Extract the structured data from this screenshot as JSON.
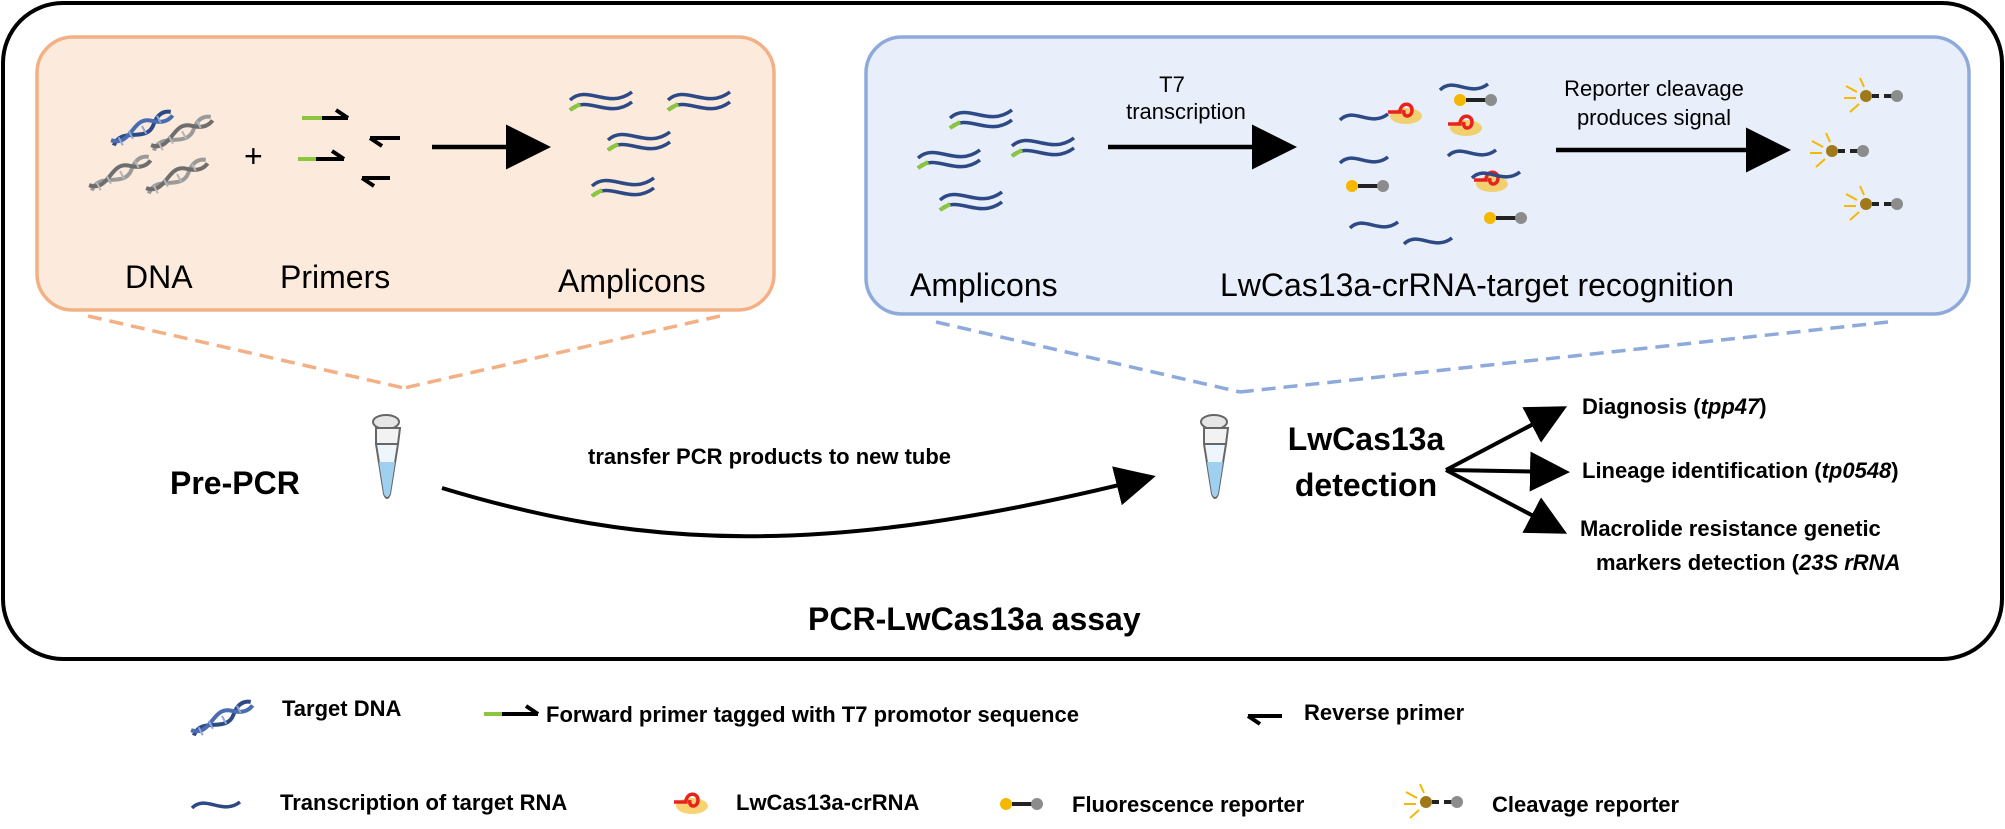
{
  "pcr_panel": {
    "labels": {
      "dna": "DNA",
      "primers": "Primers",
      "amplicons": "Amplicons"
    },
    "plus": "+"
  },
  "detection_panel": {
    "amplicons": "Amplicons",
    "t7_line1": "T7",
    "t7_line2": "transcription",
    "reporter_line1": "Reporter cleavage",
    "reporter_line2": "produces signal",
    "recognition": "LwCas13a-crRNA-target recognition"
  },
  "workflow": {
    "pre_pcr": "Pre-PCR",
    "transfer": "transfer PCR products  to new tube",
    "detect_line1": "LwCas13a",
    "detect_line2": "detection",
    "outcomes": [
      {
        "text": "Diagnosis (",
        "gene": "tpp47",
        "close": ")"
      },
      {
        "text": "Lineage identification (",
        "gene": "tp0548",
        "close": ")"
      },
      {
        "text_line1": "Macrolide resistance genetic",
        "text_line2": "markers detection (",
        "gene": "23S rRNA",
        "close": ""
      }
    ],
    "assay_title": "PCR-LwCas13a assay"
  },
  "legend": {
    "target_dna": "Target DNA",
    "forward_primer": "Forward primer tagged with T7 promotor sequence",
    "reverse_primer": "Reverse primer",
    "target_rna": "Transcription of  target RNA",
    "crrna": "LwCas13a-crRNA",
    "fluor_reporter": "Fluorescence reporter",
    "cleave_reporter": "Cleavage reporter"
  },
  "colors": {
    "pcr_fill": "#fcebdc",
    "pcr_stroke": "#f2b084",
    "det_fill": "#e8eefa",
    "det_stroke": "#8eaadb",
    "strand": "#2d4a86",
    "primer_green": "#8cc63f",
    "crrna_red": "#e8231f",
    "cas_yellow": "#f4c542",
    "reporter_yellow": "#f5b800",
    "reporter_grey": "#8c8c8c",
    "dna_grey": "#9a9a9a"
  }
}
